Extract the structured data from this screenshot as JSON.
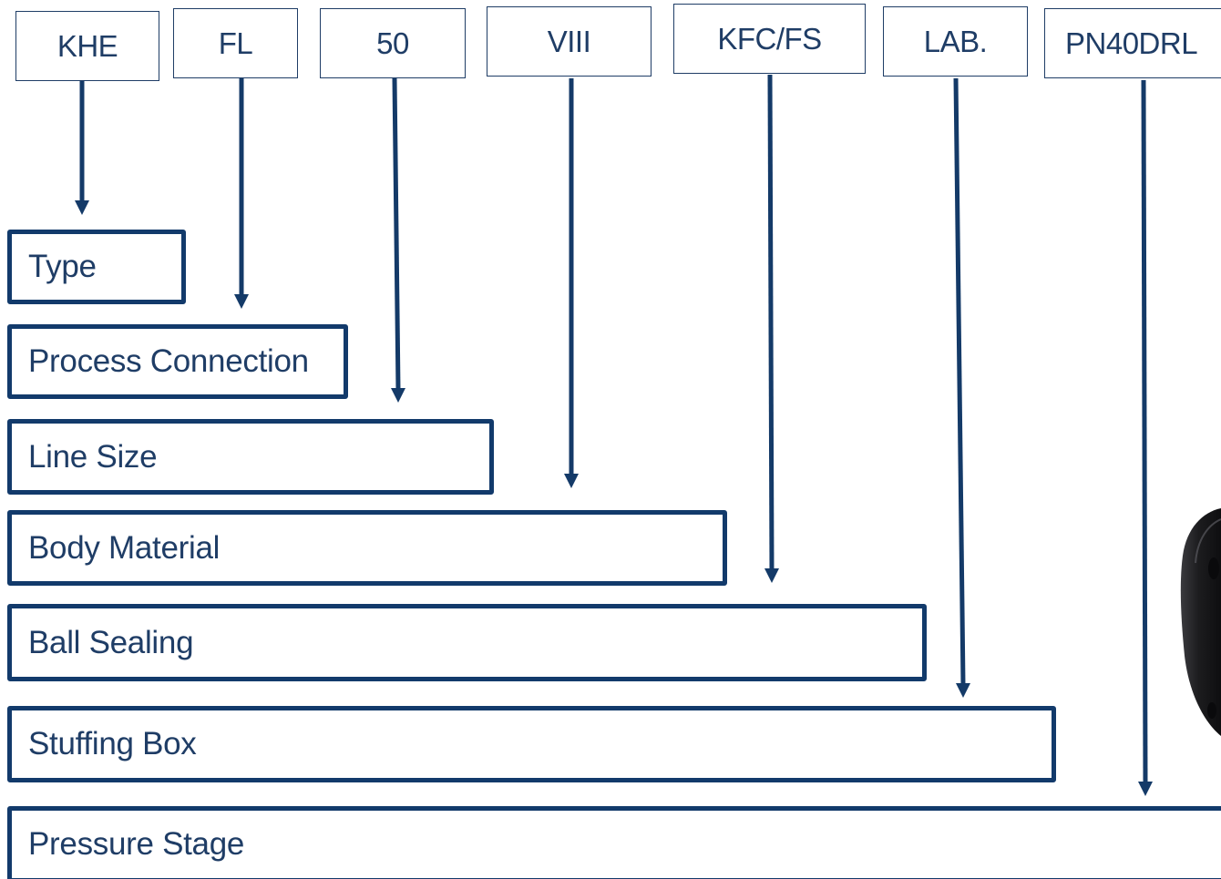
{
  "codes": [
    {
      "id": "type",
      "text": "KHE"
    },
    {
      "id": "process-connection",
      "text": "FL"
    },
    {
      "id": "line-size",
      "text": "50"
    },
    {
      "id": "body-material",
      "text": "VIII"
    },
    {
      "id": "ball-sealing",
      "text": "KFC/FS"
    },
    {
      "id": "stuffing-box",
      "text": "LAB."
    },
    {
      "id": "pressure-stage",
      "text": "PN40DRL"
    }
  ],
  "labels": [
    {
      "id": "type",
      "text": "Type"
    },
    {
      "id": "process-connection",
      "text": "Process Connection"
    },
    {
      "id": "line-size",
      "text": "Line Size"
    },
    {
      "id": "body-material",
      "text": "Body Material"
    },
    {
      "id": "ball-sealing",
      "text": "Ball Sealing"
    },
    {
      "id": "stuffing-box",
      "text": "Stuffing Box"
    },
    {
      "id": "pressure-stage",
      "text": "Pressure Stage"
    }
  ],
  "colors": {
    "text": "#1f3d66",
    "border": "#123a6b",
    "arrow": "#143a68",
    "valve": "#1c1c1e"
  },
  "images": {
    "valve": "ball-valve-photo"
  }
}
